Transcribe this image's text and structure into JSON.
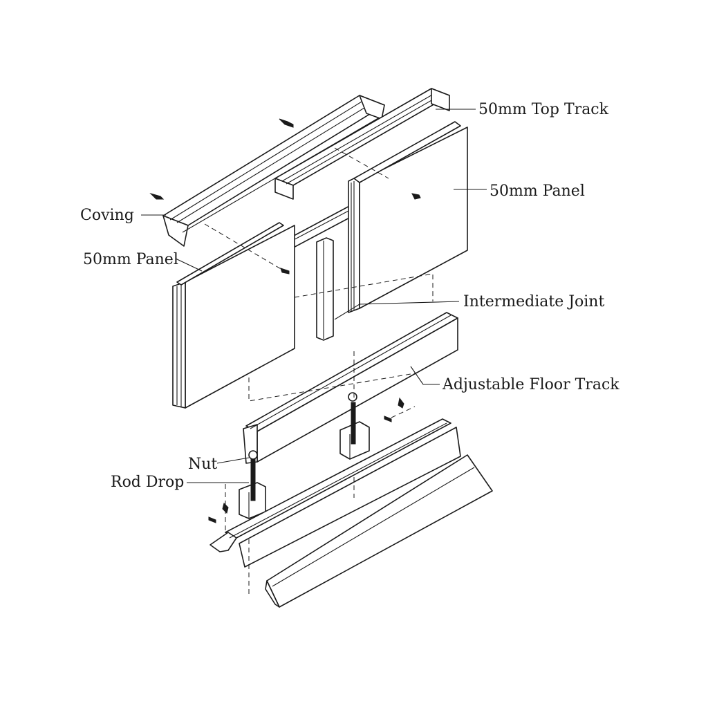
{
  "labels": {
    "top_track": "50mm Top Track",
    "panel_right": "50mm Panel",
    "coving": "Coving",
    "panel_left": "50mm Panel",
    "intermediate_joint": "Intermediate Joint",
    "floor_track": "Adjustable Floor Track",
    "nut": "Nut",
    "rod_drop": "Rod Drop"
  },
  "colors": {
    "line": "#1a1a1a",
    "background": "#ffffff"
  }
}
